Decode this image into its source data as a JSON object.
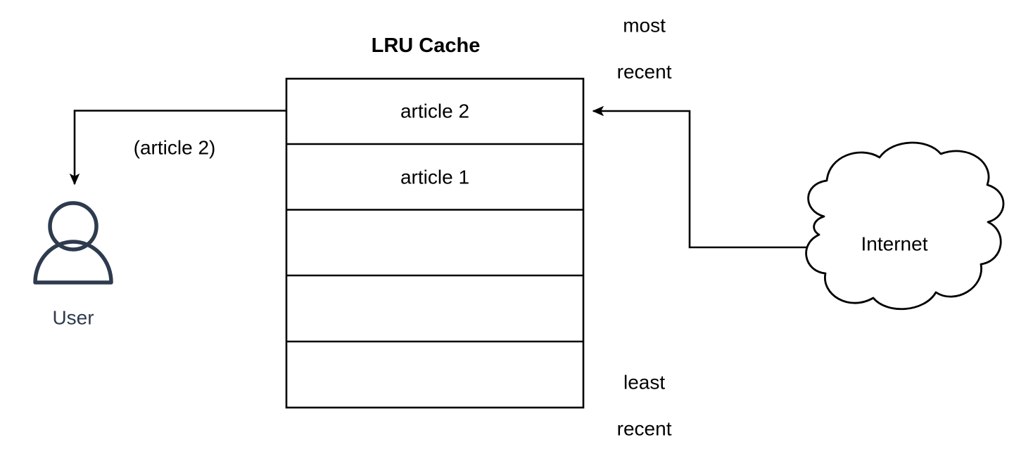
{
  "diagram": {
    "title": "LRU Cache",
    "cache": {
      "label": "LRU Cache",
      "capacity": 5,
      "rows": [
        {
          "label": "article 2",
          "filled": true
        },
        {
          "label": "article 1",
          "filled": true
        },
        {
          "label": "",
          "filled": false
        },
        {
          "label": "",
          "filled": false
        },
        {
          "label": "",
          "filled": false
        }
      ],
      "top_annotation_line1": "most",
      "top_annotation_line2": "recent",
      "bottom_annotation_line1": "least",
      "bottom_annotation_line2": "recent"
    },
    "actor": {
      "label": "User",
      "icon": "user-icon",
      "color": "#2e3b4e"
    },
    "cloud": {
      "label": "Internet",
      "icon": "cloud-shape"
    },
    "edges": [
      {
        "id": "cache-to-user",
        "label": "(article 2)",
        "from": "lru-cache",
        "to": "user",
        "arrow": "end"
      },
      {
        "id": "internet-to-cache",
        "label": "",
        "from": "internet",
        "to": "lru-cache",
        "arrow": "end"
      }
    ],
    "colors": {
      "stroke": "#000000",
      "fill": "#ffffff",
      "actor_stroke": "#2e3b4e",
      "text": "#000000"
    }
  }
}
